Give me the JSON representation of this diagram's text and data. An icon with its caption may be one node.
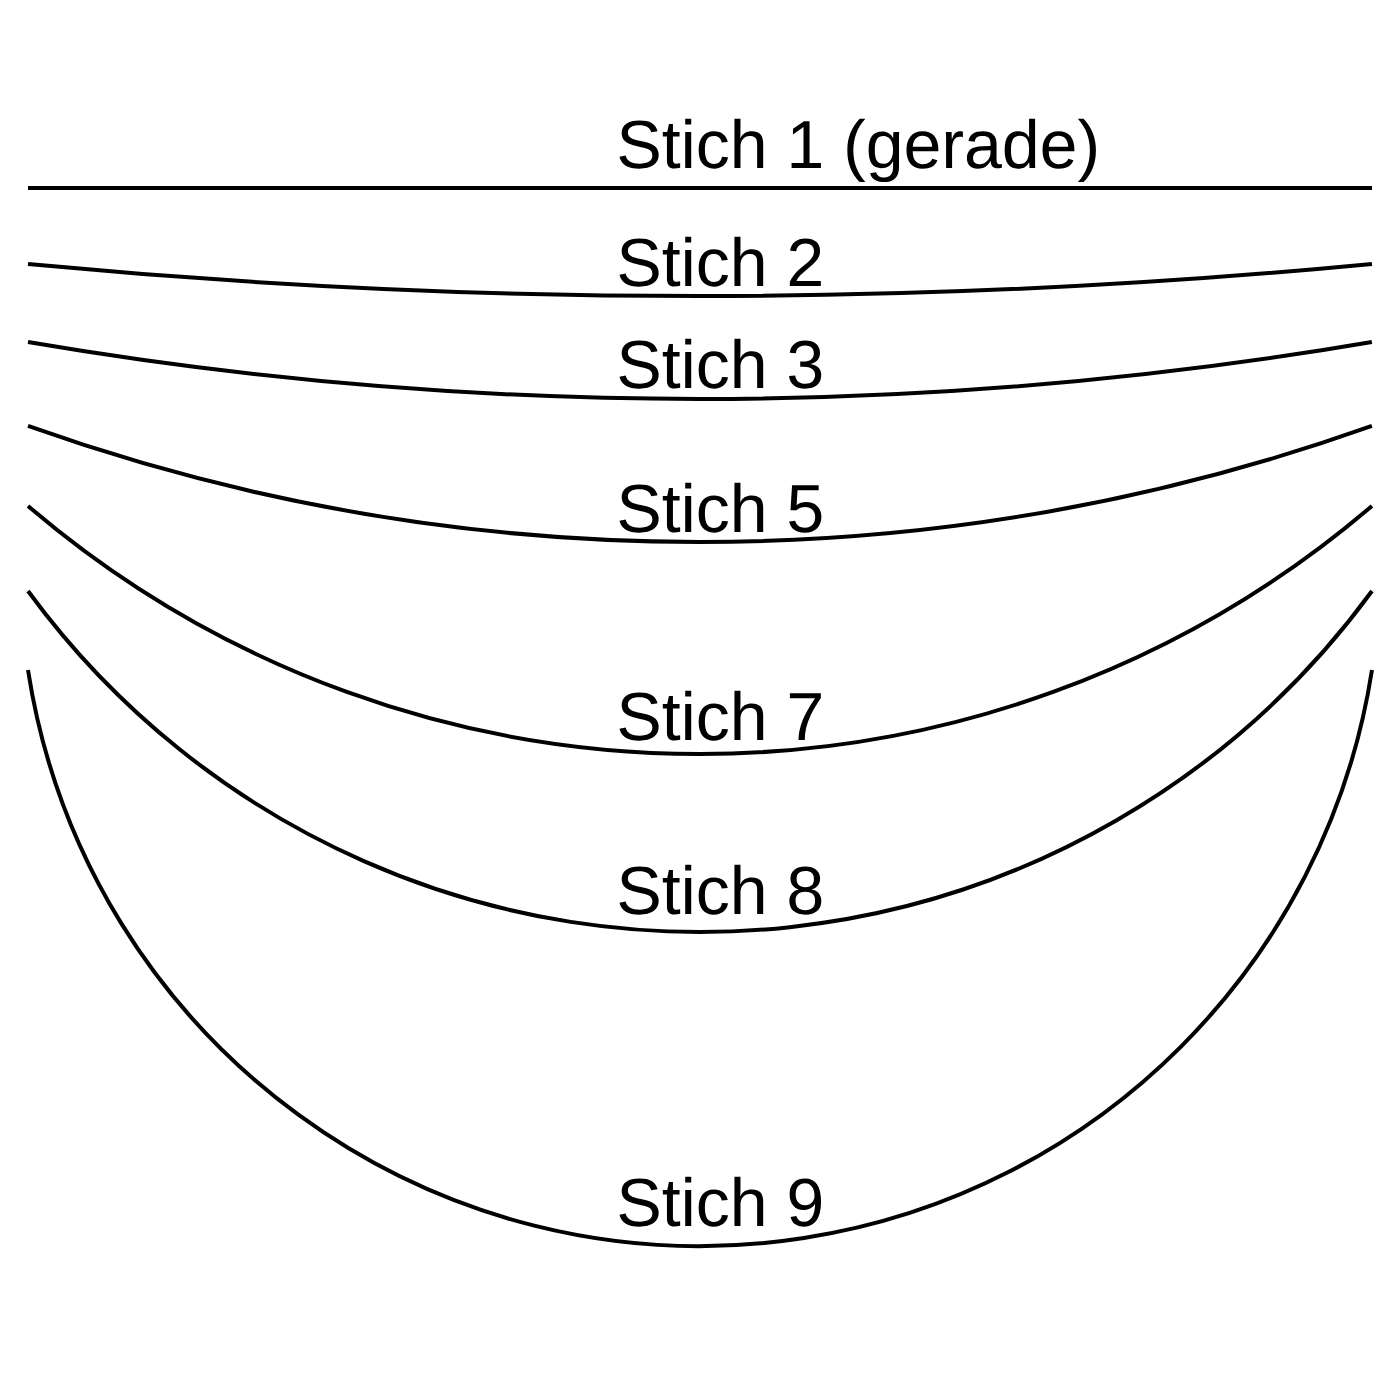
{
  "diagram": {
    "labels": [
      "Stich 1 (gerade)",
      "Stich 2",
      "Stich 3",
      "Stich 5",
      "Stich 7",
      "Stich 8",
      "Stich 9"
    ]
  }
}
